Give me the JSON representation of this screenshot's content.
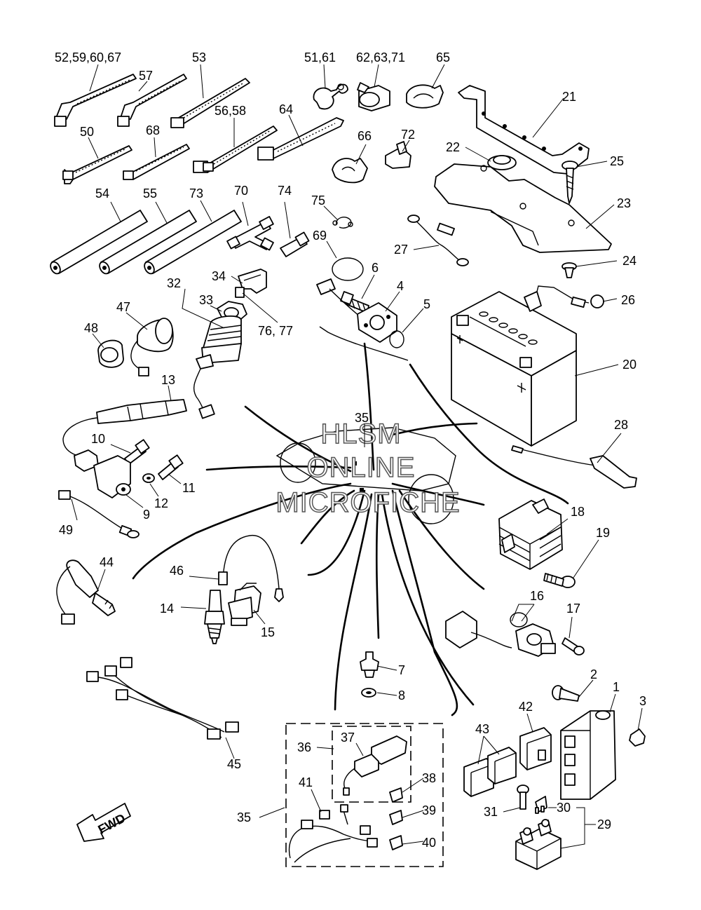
{
  "watermark": {
    "line1": "HLSM",
    "line2": "ONLINE",
    "line3": "MICROFICHE"
  },
  "fwd_label": "FWD",
  "callouts": [
    "52,59,60,67",
    "57",
    "53",
    "51,61",
    "62,63,71",
    "65",
    "21",
    "50",
    "68",
    "56,58",
    "64",
    "66",
    "72",
    "22",
    "25",
    "23",
    "54",
    "55",
    "73",
    "70",
    "74",
    "75",
    "69",
    "27",
    "24",
    "34",
    "32",
    "33",
    "76, 77",
    "6",
    "4",
    "5",
    "26",
    "47",
    "48",
    "20",
    "13",
    "35",
    "28",
    "10",
    "11",
    "12",
    "9",
    "49",
    "18",
    "19",
    "44",
    "46",
    "16",
    "17",
    "14",
    "15",
    "7",
    "8",
    "2",
    "1",
    "3",
    "42",
    "43",
    "36",
    "37",
    "38",
    "39",
    "40",
    "41",
    "35",
    "31",
    "30",
    "29",
    "45"
  ]
}
